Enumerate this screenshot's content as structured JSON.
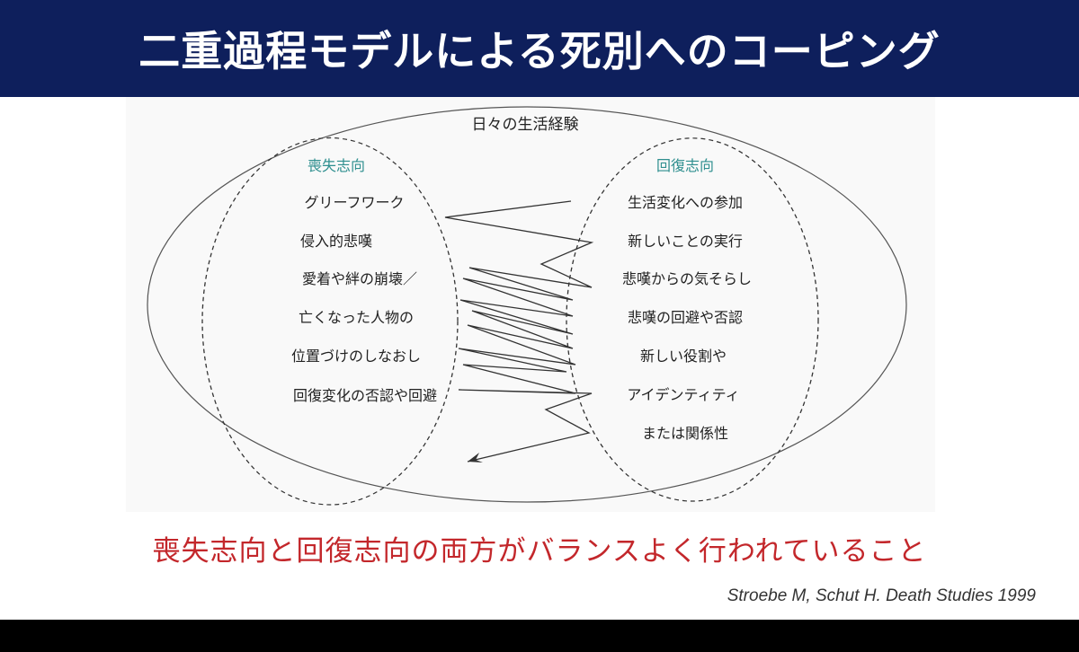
{
  "slide": {
    "title": "二重過程モデルによる死別へのコーピング",
    "conclusion": "喪失志向と回復志向の両方がバランスよく行われていること",
    "citation": "Stroebe M, Schut H. Death Studies 1999"
  },
  "diagram": {
    "outer_label": "日々の生活経験",
    "loss": {
      "heading": "喪失志向",
      "items": [
        "グリーフワーク",
        "侵入的悲嘆",
        "愛着や絆の崩壊／",
        "亡くなった人物の",
        "位置づけのしなおし",
        "回復変化の否認や回避"
      ]
    },
    "restoration": {
      "heading": "回復志向",
      "items": [
        "生活変化への参加",
        "新しいことの実行",
        "悲嘆からの気そらし",
        "悲嘆の回避や否認",
        "新しい役割や",
        "アイデンティティ",
        "または関係性"
      ]
    }
  },
  "colors": {
    "title_bar": "#0e1f5c",
    "heading_teal": "#2f8f8f",
    "conclusion_red": "#c3272b"
  }
}
